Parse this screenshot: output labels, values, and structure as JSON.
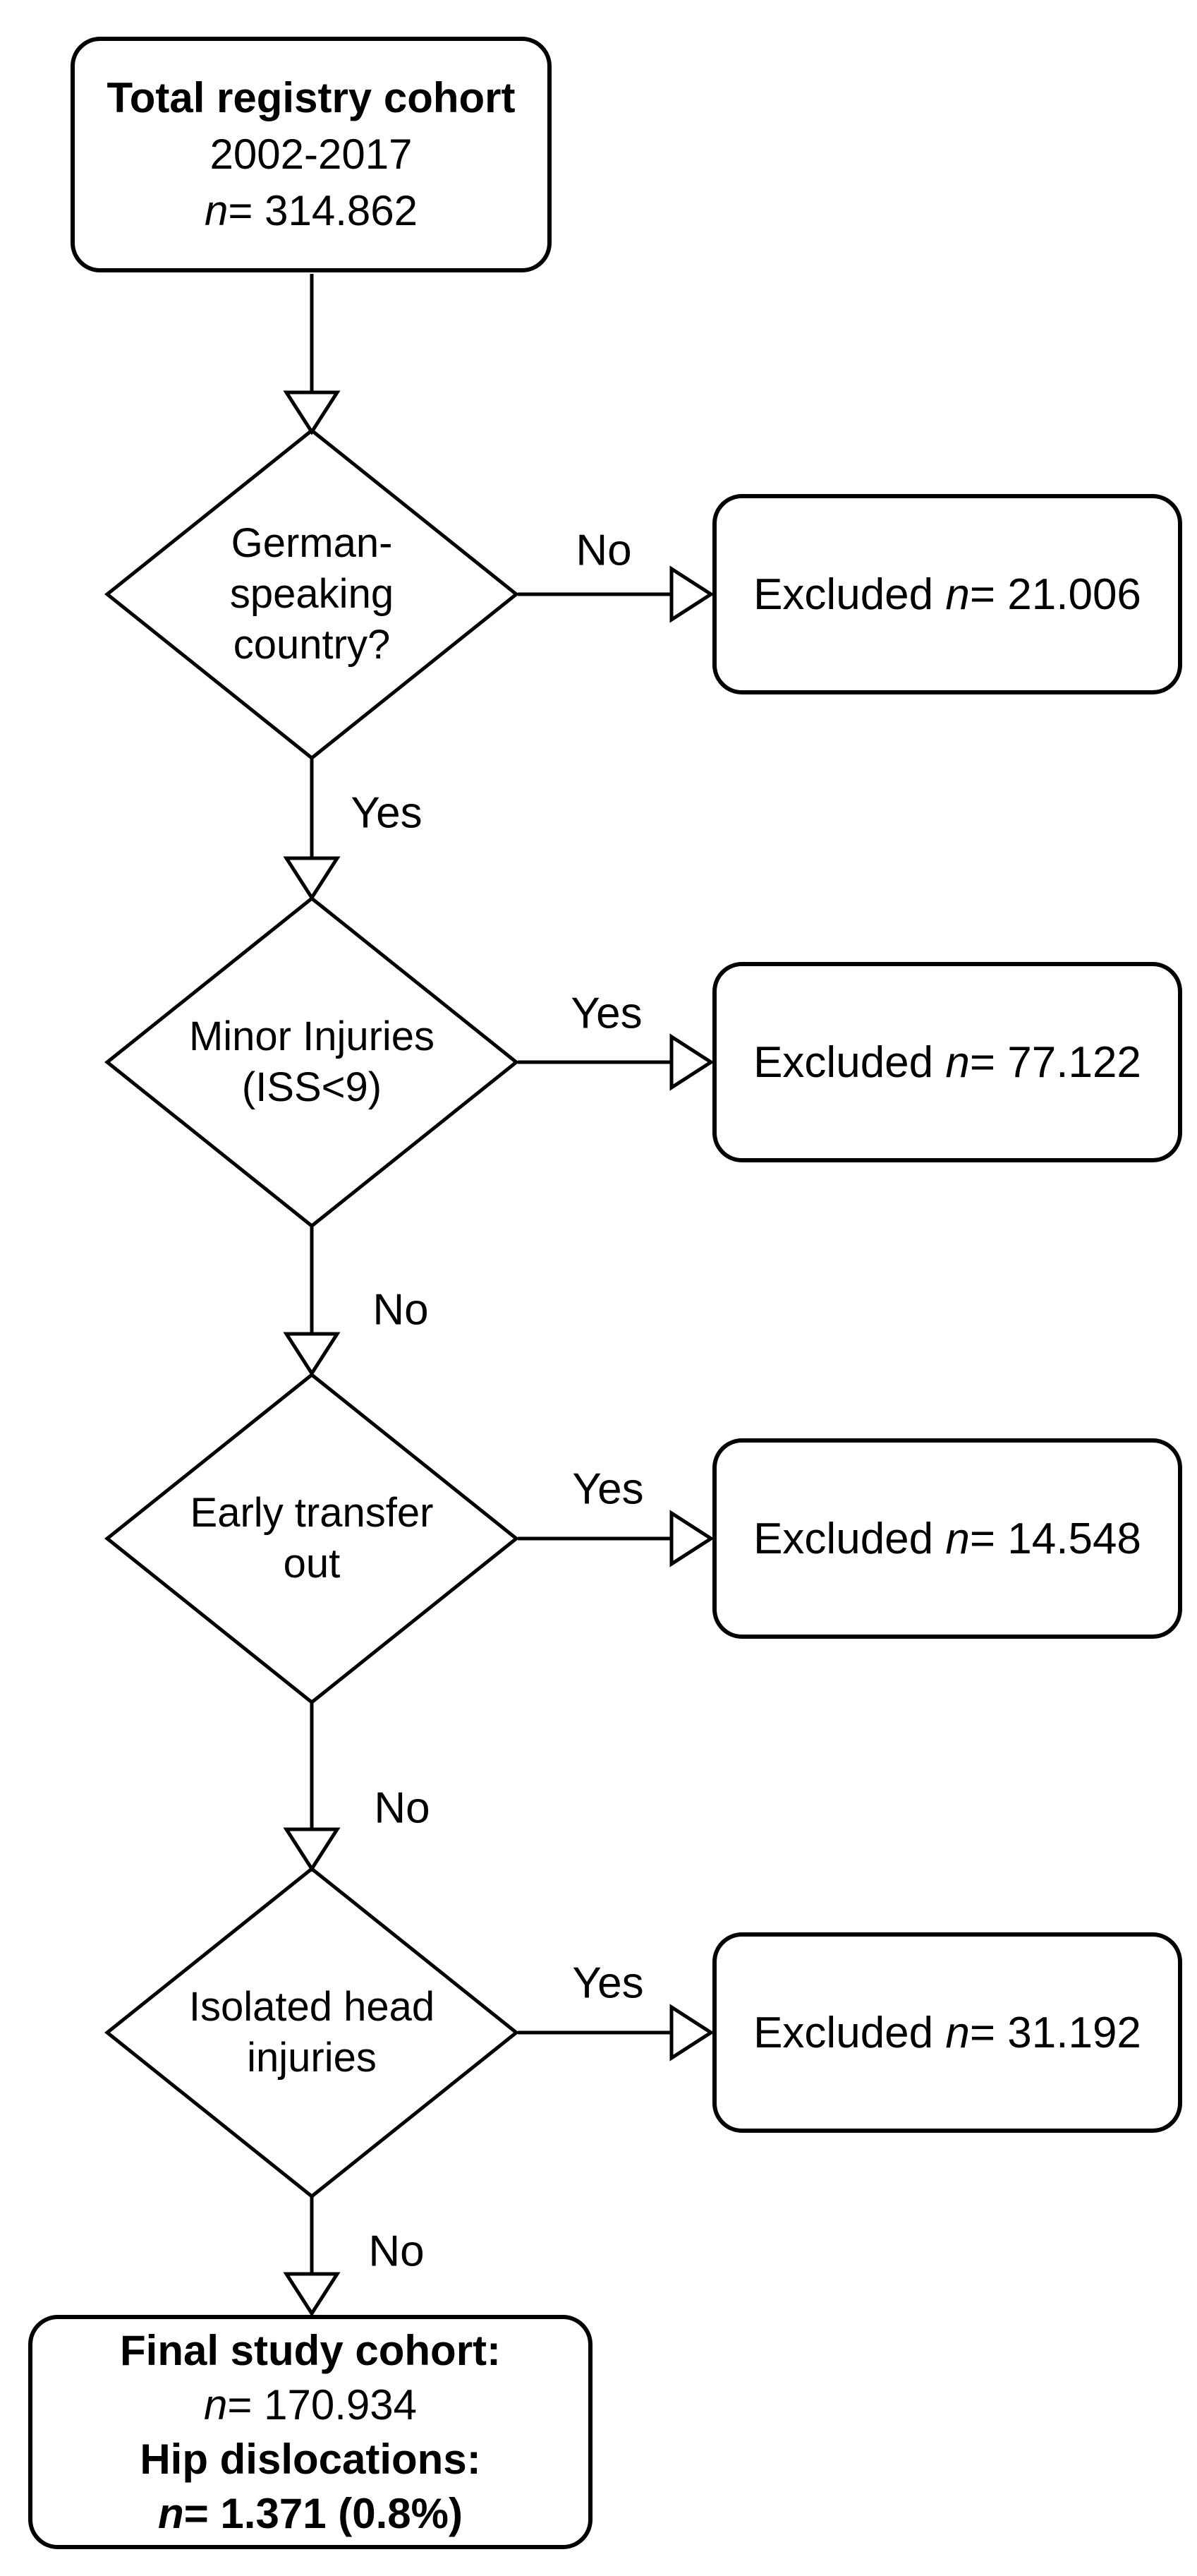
{
  "figure": {
    "type": "flowchart",
    "background_color": "#ffffff",
    "line_color": "#000000",
    "start_box": {
      "line1": "Total registry cohort",
      "line2": "2002-2017",
      "n": "n",
      "n_rest": "= 314.862"
    },
    "decisions": [
      {
        "lines": [
          "German-",
          "speaking",
          "country?"
        ],
        "right_label": "No",
        "down_label": "Yes",
        "excluded_prefix": "Excluded ",
        "excluded_n": "n",
        "excluded_rest": "= 21.006"
      },
      {
        "lines": [
          "Minor Injuries",
          "(ISS<9)"
        ],
        "right_label": "Yes",
        "down_label": "No",
        "excluded_prefix": "Excluded ",
        "excluded_n": "n",
        "excluded_rest": "= 77.122"
      },
      {
        "lines": [
          "Early transfer",
          "out"
        ],
        "right_label": "Yes",
        "down_label": "No",
        "excluded_prefix": "Excluded ",
        "excluded_n": "n",
        "excluded_rest": "= 14.548"
      },
      {
        "lines": [
          "Isolated head",
          "injuries"
        ],
        "right_label": "Yes",
        "down_label": "No",
        "excluded_prefix": "Excluded ",
        "excluded_n": "n",
        "excluded_rest": "= 31.192"
      }
    ],
    "final_box": {
      "line1": "Final study cohort:",
      "n2": "n",
      "n2_rest": "= 170.934",
      "line3": "Hip dislocations:",
      "n4": "n",
      "n4_rest": "= 1.371 (0.8%)"
    }
  }
}
